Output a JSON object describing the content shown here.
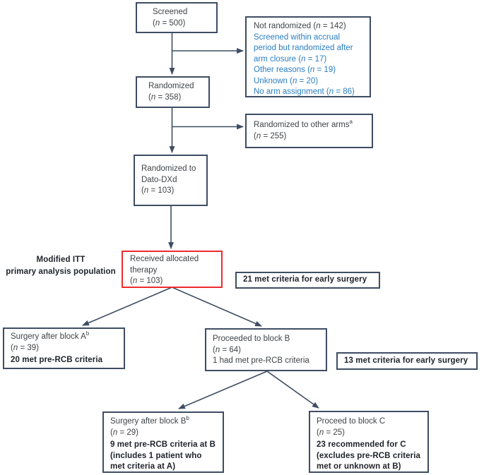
{
  "palette": {
    "background": "#ffffff",
    "box_border": "#3e4d63",
    "arrow": "#3e4d63",
    "highlight_border": "#ee2b2d",
    "text_dark": "#3f4347",
    "text_black": "#20242b",
    "text_blue": "#2b7ec2"
  },
  "boxes": {
    "screened": {
      "lines": [
        {
          "text": "Screened"
        },
        {
          "text": "(*n* = 500)"
        }
      ]
    },
    "not_randomized": {
      "lines": [
        {
          "text": "Not randomized (*n* = 142)"
        },
        {
          "text": "Screened within accrual",
          "blue": true
        },
        {
          "text": "period but randomized after",
          "blue": true
        },
        {
          "text": "arm closure (*n* = 17)",
          "blue": true
        },
        {
          "text": "Other reasons (*n* = 19)",
          "blue": true
        },
        {
          "text": "Unknown (*n* = 20)",
          "blue": true
        },
        {
          "text": "No arm assignment (*n* = 86)",
          "blue": true
        }
      ]
    },
    "randomized": {
      "lines": [
        {
          "text": "Randomized"
        },
        {
          "text": "(*n* = 358)"
        }
      ]
    },
    "other_arms": {
      "lines": [
        {
          "text": "Randomized to other arms^a"
        },
        {
          "text": "(*n* = 255)"
        }
      ]
    },
    "dato_dxd": {
      "lines": [
        {
          "text": "Randomized to"
        },
        {
          "text": "Dato-DXd"
        },
        {
          "text": "(*n* = 103)"
        }
      ]
    },
    "received_therapy": {
      "lines": [
        {
          "text": "Received allocated"
        },
        {
          "text": "therapy"
        },
        {
          "text": "(*n* = 103)"
        }
      ]
    },
    "early_surgery_21": {
      "lines": [
        {
          "text": "21 met criteria for early surgery",
          "bold": true
        }
      ]
    },
    "surgery_block_a": {
      "lines": [
        {
          "text": "Surgery after block A^b"
        },
        {
          "text": "(*n* = 39)"
        },
        {
          "text": "20 met pre-RCB criteria",
          "bold": true,
          "gap": true
        }
      ]
    },
    "proceeded_block_b": {
      "lines": [
        {
          "text": "Proceeded to block B"
        },
        {
          "text": "(*n* = 64)"
        },
        {
          "text": "1 had met pre-RCB criteria"
        }
      ]
    },
    "early_surgery_13": {
      "lines": [
        {
          "text": "13 met criteria for early surgery",
          "bold": true
        }
      ]
    },
    "surgery_block_b": {
      "lines": [
        {
          "text": "Surgery after block B^b"
        },
        {
          "text": "(*n* = 29)"
        },
        {
          "text": "9 met pre-RCB criteria at B",
          "bold": true,
          "gap": true
        },
        {
          "text": "(includes 1 patient who",
          "bold": true
        },
        {
          "text": "met criteria at A)",
          "bold": true
        }
      ]
    },
    "proceed_block_c": {
      "lines": [
        {
          "text": "Proceed to block C"
        },
        {
          "text": "(*n* = 25)"
        },
        {
          "text": "23 recommended for C",
          "bold": true,
          "gap": true
        },
        {
          "text": "(excludes pre-RCB criteria",
          "bold": true
        },
        {
          "text": "met or unknown at B)",
          "bold": true
        }
      ]
    }
  },
  "labels": {
    "modified_itt": {
      "lines": [
        {
          "text": "Modified ITT",
          "bold": true
        },
        {
          "text": "primary analysis population",
          "bold": true
        }
      ]
    }
  }
}
